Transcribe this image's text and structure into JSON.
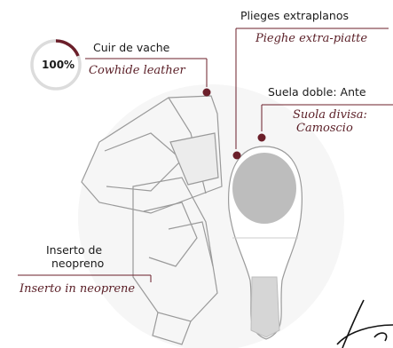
{
  "colors": {
    "accent": "#6b1f2a",
    "ring": "#dddddd",
    "sole": "#bdbdbd"
  },
  "badge": {
    "percent_value": 100,
    "percent_label": "100%"
  },
  "labels": {
    "cowhide_fr": "Cuir de vache",
    "cowhide_it": "Cowhide leather",
    "folds_fr": "Plieges extraplanos",
    "folds_it": "Pieghe extra-piatte",
    "sole_fr": "Suela doble: Ante",
    "sole_it_1": "Suola divisa:",
    "sole_it_2": "Camoscio",
    "neoprene_fr_1": "Inserto de",
    "neoprene_fr_2": "neopreno",
    "neoprene_it": "Inserto in neoprene"
  }
}
